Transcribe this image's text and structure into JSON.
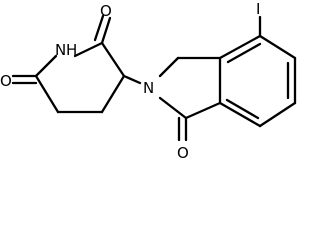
{
  "structure": {
    "atoms": {
      "n_imide": "N",
      "h_imide": "H",
      "o_left": "O",
      "o_top": "O",
      "n_ring": "N",
      "o_bottom": "O",
      "iodine": "I"
    }
  }
}
